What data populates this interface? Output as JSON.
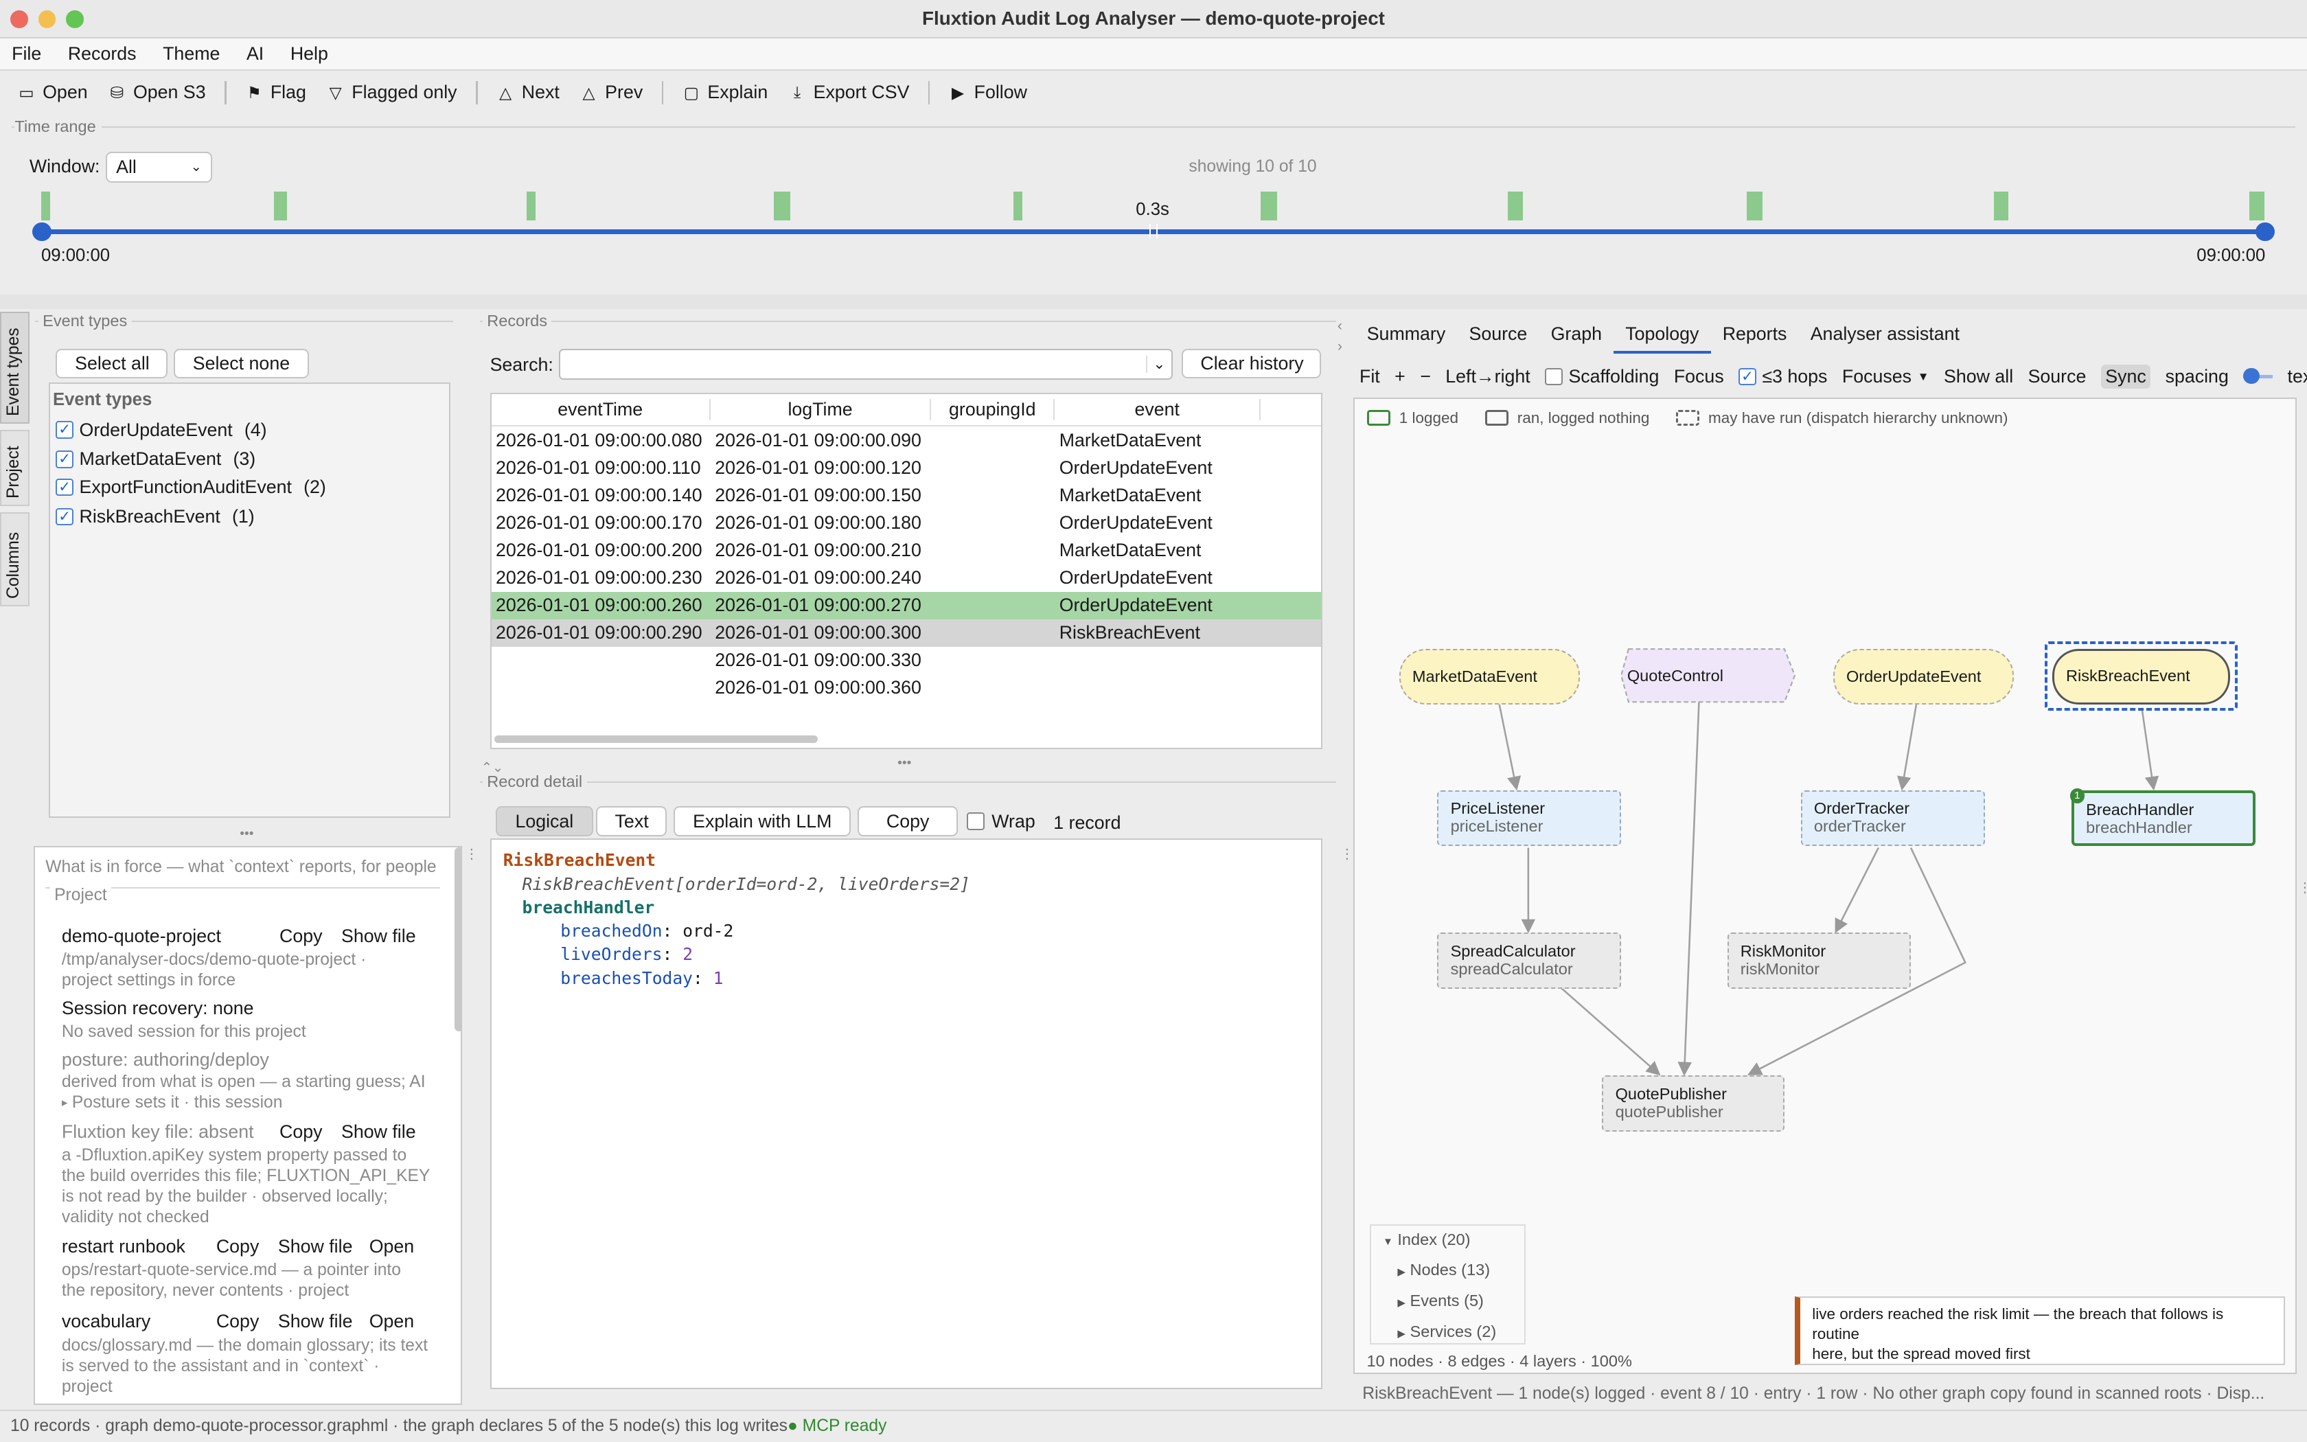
{
  "window": {
    "title": "Fluxtion Audit Log Analyser — demo-quote-project"
  },
  "menu": [
    "File",
    "Records",
    "Theme",
    "AI",
    "Help"
  ],
  "toolbar": {
    "open": "Open",
    "open_s3": "Open S3",
    "flag": "Flag",
    "flagged_only": "Flagged only",
    "next": "Next",
    "prev": "Prev",
    "explain": "Explain",
    "export_csv": "Export CSV",
    "follow": "Follow"
  },
  "time_range": {
    "label": "Time range",
    "window_label": "Window:",
    "window_value": "All",
    "showing": "showing 10 of 10",
    "duration": "0.3s",
    "start": "09:00:00",
    "end": "09:00:00"
  },
  "event_types": {
    "group": "Event types",
    "select_all": "Select all",
    "select_none": "Select none",
    "header": "Event types",
    "items": [
      {
        "name": "OrderUpdateEvent",
        "count": "(4)"
      },
      {
        "name": "MarketDataEvent",
        "count": "(3)"
      },
      {
        "name": "ExportFunctionAuditEvent",
        "count": "(2)"
      },
      {
        "name": "RiskBreachEvent",
        "count": "(1)"
      }
    ]
  },
  "side_tabs": [
    "Event types",
    "Project",
    "Columns"
  ],
  "project": {
    "intro": "What is in force — what `context` reports, for people",
    "group": "Project",
    "name": "demo-quote-project",
    "path": "/tmp/analyser-docs/demo-quote-project ·",
    "settings": "project settings in force",
    "recovery": "Session recovery: none",
    "recovery_note": "No saved session for this project",
    "posture": "posture: authoring/deploy",
    "posture_note": "derived from what is open — a starting guess; AI",
    "posture_sets": "Posture sets it  ·  this session",
    "key": "Fluxtion key file: absent",
    "key_note": [
      "a -Dfluxtion.apiKey system property passed to",
      "the build overrides this file; FLUXTION_API_KEY",
      "is not read by the builder  ·  observed locally;",
      "validity not checked"
    ],
    "runbook": "restart runbook",
    "runbook_note": [
      "ops/restart-quote-service.md — a pointer into",
      "the repository, never contents  ·  project"
    ],
    "vocab": "vocabulary",
    "vocab_note": [
      "docs/glossary.md — the domain glossary; its text",
      "is served to the assistant and in `context`  ·",
      "project"
    ],
    "copy": "Copy",
    "show_file": "Show file",
    "open": "Open"
  },
  "records": {
    "group": "Records",
    "search_label": "Search:",
    "search_value": "",
    "clear_history": "Clear history",
    "columns": [
      "eventTime",
      "logTime",
      "groupingId",
      "event"
    ],
    "rows": [
      [
        "2026-01-01 09:00:00.080",
        "2026-01-01 09:00:00.090",
        "",
        "MarketDataEvent"
      ],
      [
        "2026-01-01 09:00:00.110",
        "2026-01-01 09:00:00.120",
        "",
        "OrderUpdateEvent"
      ],
      [
        "2026-01-01 09:00:00.140",
        "2026-01-01 09:00:00.150",
        "",
        "MarketDataEvent"
      ],
      [
        "2026-01-01 09:00:00.170",
        "2026-01-01 09:00:00.180",
        "",
        "OrderUpdateEvent"
      ],
      [
        "2026-01-01 09:00:00.200",
        "2026-01-01 09:00:00.210",
        "",
        "MarketDataEvent"
      ],
      [
        "2026-01-01 09:00:00.230",
        "2026-01-01 09:00:00.240",
        "",
        "OrderUpdateEvent"
      ],
      [
        "2026-01-01 09:00:00.260",
        "2026-01-01 09:00:00.270",
        "",
        "OrderUpdateEvent"
      ],
      [
        "2026-01-01 09:00:00.290",
        "2026-01-01 09:00:00.300",
        "",
        "RiskBreachEvent"
      ],
      [
        "",
        "2026-01-01 09:00:00.330",
        "",
        ""
      ],
      [
        "",
        "2026-01-01 09:00:00.360",
        "",
        ""
      ]
    ]
  },
  "detail": {
    "group": "Record detail",
    "tabs": [
      "Logical",
      "Text"
    ],
    "explain_llm": "Explain with LLM",
    "copy": "Copy",
    "wrap": "Wrap",
    "count": "1 record",
    "lines": {
      "l1": "RiskBreachEvent",
      "l2": "RiskBreachEvent[orderId=ord-2, liveOrders=2]",
      "l3": "breachHandler",
      "k1": "breachedOn",
      "v1": "ord-2",
      "k2": "liveOrders",
      "v2": "2",
      "k3": "breachesToday",
      "v3": "1"
    }
  },
  "right_tabs": [
    "Summary",
    "Source",
    "Graph",
    "Topology",
    "Reports",
    "Analyser assistant"
  ],
  "graph_toolbar": {
    "fit": "Fit",
    "plus": "+",
    "minus": "−",
    "direction": "Left→right",
    "scaffolding": "Scaffolding",
    "focus": "Focus",
    "hops": "≤3 hops",
    "focuses": "Focuses",
    "show_all": "Show all",
    "source": "Source",
    "sync": "Sync",
    "spacing": "spacing",
    "text": "text"
  },
  "legend": {
    "logged": "1 logged",
    "ran": "ran, logged nothing",
    "maybe": "may have run (dispatch hierarchy unknown)"
  },
  "nodes": {
    "market": "MarketDataEvent",
    "quote": "QuoteControl",
    "order": "OrderUpdateEvent",
    "risk": "RiskBreachEvent",
    "price": [
      "PriceListener",
      "priceListener"
    ],
    "tracker": [
      "OrderTracker",
      "orderTracker"
    ],
    "breach": [
      "BreachHandler",
      "breachHandler"
    ],
    "spread": [
      "SpreadCalculator",
      "spreadCalculator"
    ],
    "monitor": [
      "RiskMonitor",
      "riskMonitor"
    ],
    "publisher": [
      "QuotePublisher",
      "quotePublisher"
    ]
  },
  "index": {
    "index": "Index",
    "index_n": "(20)",
    "nodes": "Nodes",
    "nodes_n": "(13)",
    "events": "Events",
    "events_n": "(5)",
    "services": "Services",
    "services_n": "(2)"
  },
  "graph_stats": "10 nodes · 8 edges · 4 layers · 100%",
  "note": [
    "live orders reached the risk limit — the breach that follows is routine",
    "here, but the spread moved first"
  ],
  "graph_status": "RiskBreachEvent — 1 node(s) logged   ·  event 8 / 10  ·  entry  ·  1 row  ·  No other graph copy found in scanned roots  ·  Disp...",
  "status": {
    "text": "10 records · graph demo-quote-processor.graphml · the graph declares 5 of the 5 node(s) this log writes",
    "mcp": "● MCP ready"
  },
  "colors": {
    "accent": "#1a5fd0",
    "highlight": "#a6d6a6",
    "selected": "#d5d5d5"
  }
}
